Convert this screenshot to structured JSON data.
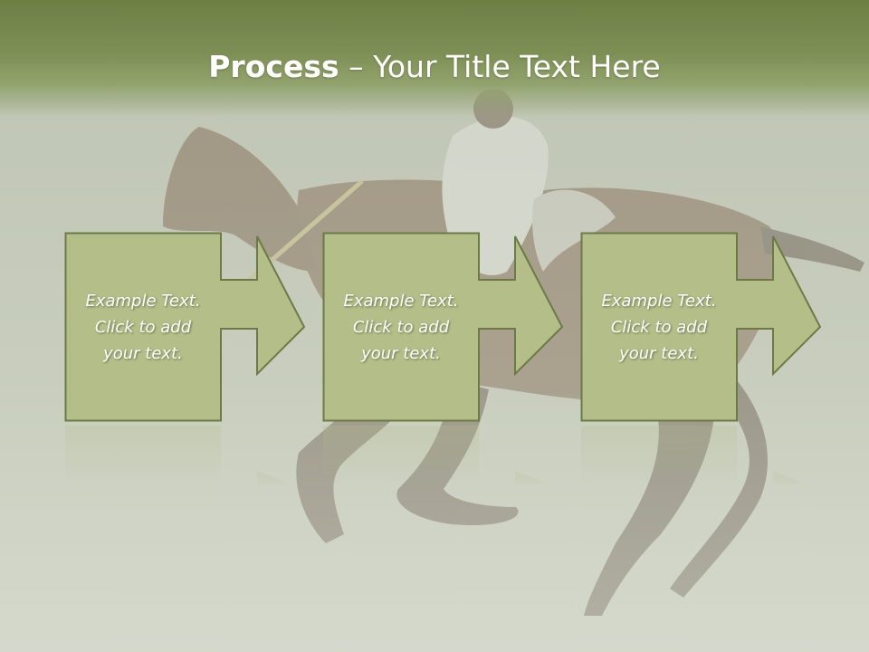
{
  "slide": {
    "title_bold": "Process",
    "title_dash": " – ",
    "title_rest": "Your Title Text Here",
    "background_image": "polo-player-on-horse"
  },
  "steps": [
    {
      "text": "Example Text.\nClick  to add\nyour text."
    },
    {
      "text": "Example Text.\nClick  to add\nyour text."
    },
    {
      "text": "Example Text.\nClick  to add\nyour text."
    }
  ],
  "colors": {
    "header_green": "#6d7f43",
    "box_fill": "#b3be89",
    "box_border": "#6b7a46",
    "text_white": "#ffffff"
  }
}
